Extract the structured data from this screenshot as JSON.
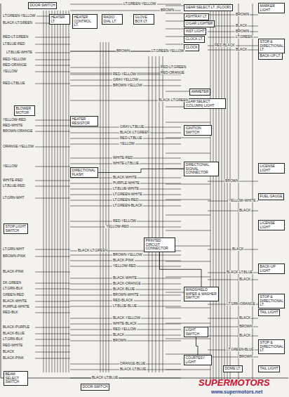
{
  "diagram": {
    "nodes": [
      {
        "text": [
          "DOOR SWITCH"
        ]
      },
      {
        "text": [
          "HEATER LT."
        ]
      },
      {
        "text": [
          "HEATER CONTROL LT."
        ]
      },
      {
        "text": [
          "RADIO DIAL LT."
        ]
      },
      {
        "text": [
          "GLOVE BOX LT."
        ]
      },
      {
        "text": [
          "GEAR SELECT LT. (FLOOR)"
        ]
      },
      {
        "text": [
          "ASHTRAY LT."
        ]
      },
      {
        "text": [
          "CIGAR LIGHTER"
        ]
      },
      {
        "text": [
          "INST LIGHT"
        ]
      },
      {
        "text": [
          "CLOCK LT."
        ]
      },
      {
        "text": [
          "CLOCK"
        ]
      },
      {
        "text": [
          "AMMETER"
        ]
      },
      {
        "text": [
          "BEAM SELECT (COLUMN) LIGHT"
        ]
      },
      {
        "text": [
          "BLOWER MOTOR"
        ]
      },
      {
        "text": [
          "HEATER RESISTOR"
        ]
      },
      {
        "text": [
          "IGNITION SWITCH"
        ]
      },
      {
        "text": [
          "DIRECTIONAL FLASH"
        ]
      },
      {
        "text": [
          "DIRECTIONAL SIGNAL CONNECTOR"
        ]
      },
      {
        "text": [
          "STOP LIGHT SWITCH"
        ]
      },
      {
        "text": [
          "PRINTED CIRCUIT CONNECTOR"
        ]
      },
      {
        "text": [
          "WINDSHIELD WIPER & WASHER SWITCH"
        ]
      },
      {
        "text": [
          "LIGHT SWITCH"
        ]
      },
      {
        "text": [
          "COURTESY LIGHT"
        ]
      },
      {
        "text": [
          "BEAM SELECT SWITCH"
        ]
      },
      {
        "text": [
          "DOOR SWITCH"
        ]
      },
      {
        "text": [
          "MARKER LIGHT"
        ]
      },
      {
        "text": [
          "STOP & DIRECTIONAL LT."
        ]
      },
      {
        "text": [
          "BACK-UP LT."
        ]
      },
      {
        "text": [
          "LICENSE LIGHT"
        ]
      },
      {
        "text": [
          "FUEL GAUGE"
        ]
      },
      {
        "text": [
          "LICENSE LIGHT"
        ]
      },
      {
        "text": [
          "BACK-UP LIGHT"
        ]
      },
      {
        "text": [
          "STOP & DIRECTIONAL LT."
        ]
      },
      {
        "text": [
          "TAIL LIGHT"
        ]
      },
      {
        "text": [
          "STOP & DIRECTIONAL LT."
        ]
      },
      {
        "text": [
          "DOME LT."
        ]
      },
      {
        "text": [
          "TAIL LIGHT"
        ]
      }
    ],
    "edges": [
      {
        "from": 16,
        "to": 17,
        "arrow": "none"
      },
      {
        "from": 19,
        "to": 20,
        "arrow": "none"
      },
      {
        "from": 21,
        "to": 22,
        "arrow": "none"
      }
    ],
    "labels": [
      "LT.GREEN-YELLOW",
      "BLACK-LT.GREEN",
      "RED-LT.GREEN",
      "LT.BLUE-RED",
      "LT.BLUE-WHITE",
      "RED-YELLOW",
      "RED-ORANGE",
      "YELLOW",
      "RED-LT.BLUE",
      "YELLOW-RED",
      "RED-WHITE",
      "BROWN-ORANGE",
      "ORANGE-YELLOW",
      "YELLOW",
      "WHITE-RED",
      "LT.BLUE-RED",
      "LT.GRN-WHT",
      "LT.GRN-WHT",
      "BROWN-PINK",
      "BLACK-PINK",
      "DK.GREEN",
      "LT.GRN-BLK",
      "GREEN-RED",
      "BLACK-WHITE",
      "PURPLE-WHITE",
      "RED-BLK",
      "BLACK-PURPLE",
      "BLACK-BLUE",
      "LT.GRN-BLK",
      "RED-WHITE",
      "BLACK",
      "BLACK-PINK",
      "LT.GREEN-YELLOW",
      "BROWN",
      "LT.GREEN-YELLOW",
      "BROWN",
      "RED-YELLOW",
      "GRAY-YELLOW",
      "BROWN-YELLOW",
      "RED-LT.GREEN",
      "RED-ORANGE",
      "BLACK-LT.GREEN",
      "GRAY-LT.BLUE",
      "BLACK-LT.GREEN",
      "RED-LT.BLUE",
      "YELLOW",
      "WHITE-RED",
      "WHITE-LT.BLUE",
      "BLACK-WHITE",
      "PURPLE-WHITE",
      "LT.BLUE-WHITE",
      "LT.GREEN-WHITE",
      "LT.GREEN-RED",
      "LT.GREEN-BLACK",
      "RED-YELLOW",
      "YELLOW-RED",
      "BLACK-LT.GREEN",
      "BROWN-YELLOW",
      "BLACK-PINK",
      "YELLOW-RED",
      "BLACK-WHITE",
      "BLACK-ORANGE",
      "BLACK-BLUE",
      "BROWN-WHITE",
      "RED-BLACK",
      "LT.BLUE-BLUE",
      "BLACK-YELLOW",
      "WHITE-BLACK",
      "RED-YELLOW",
      "BLACK",
      "BROWN",
      "ORANGE-BLUE",
      "BLACK-LT.BLUE",
      "BLACK-LT.BLUE",
      "RED-BLACK",
      "BROWN",
      "BLACK",
      "BROWN",
      "LT.GREEN",
      "BLACK",
      "BROWN",
      "YELLOW-WHITE",
      "BLACK",
      "BLACK",
      "BLACK-LT.BLUE",
      "BLACK",
      "LT.GRN-ORANGE",
      "BLACK",
      "BROWN",
      "BLACK",
      "LT.GREEN-BLUE",
      "BROWN",
      "SUPERMOTORS",
      "www.supermotors.net"
    ]
  }
}
